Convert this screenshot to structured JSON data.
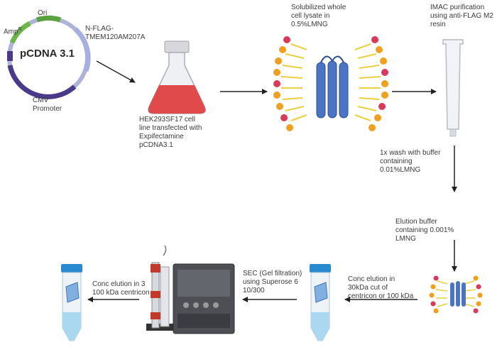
{
  "plasmid": {
    "name": "pCDNA 3.1",
    "ori_label": "Ori",
    "amp_label": "Amp",
    "amp_superscript": "R",
    "insert_label": "N-FLAG-\nTMEM120AM207A",
    "promoter_label": "CMV\nPromoter"
  },
  "steps": {
    "cells": "HEK293SF17 cell\nline transfected with\nExpifectamine\npCDNA3.1",
    "lysate": "Solubilized whole\ncell lysate in\n0.5%LMNG",
    "imac": "IMAC purification\nusing anti-FLAG M2\nresin",
    "wash": "1x  wash with buffer\ncontaining\n0.01%LMNG",
    "elution": "Elution buffer\ncontaining 0.001%\nLMNG",
    "conc1": "Conc elution in\n30kDa cut of\ncentricon or 100 kDa",
    "sec": "SEC (Gel filtration)\nusing Superose 6\n10/300",
    "conc2": "Conc elution in 3\n100 kDa centricon"
  },
  "colors": {
    "plasmid_backbone": "#aeb4d8",
    "ori": "#5aa33c",
    "amp": "#6db54a",
    "promoter": "#4a3a8a",
    "insert": "#a7aee0",
    "flask_liquid": "#e04a4a",
    "protein": "#4a74c4",
    "lipid_head_orange": "#f0a020",
    "lipid_head_red": "#d93a5a",
    "lipid_tail": "#e8d040",
    "detergent": "#9aa4d8",
    "tube_liquid": "#a9d8f0",
    "tube_cap": "#2a8ad0",
    "arrow": "#222222"
  }
}
